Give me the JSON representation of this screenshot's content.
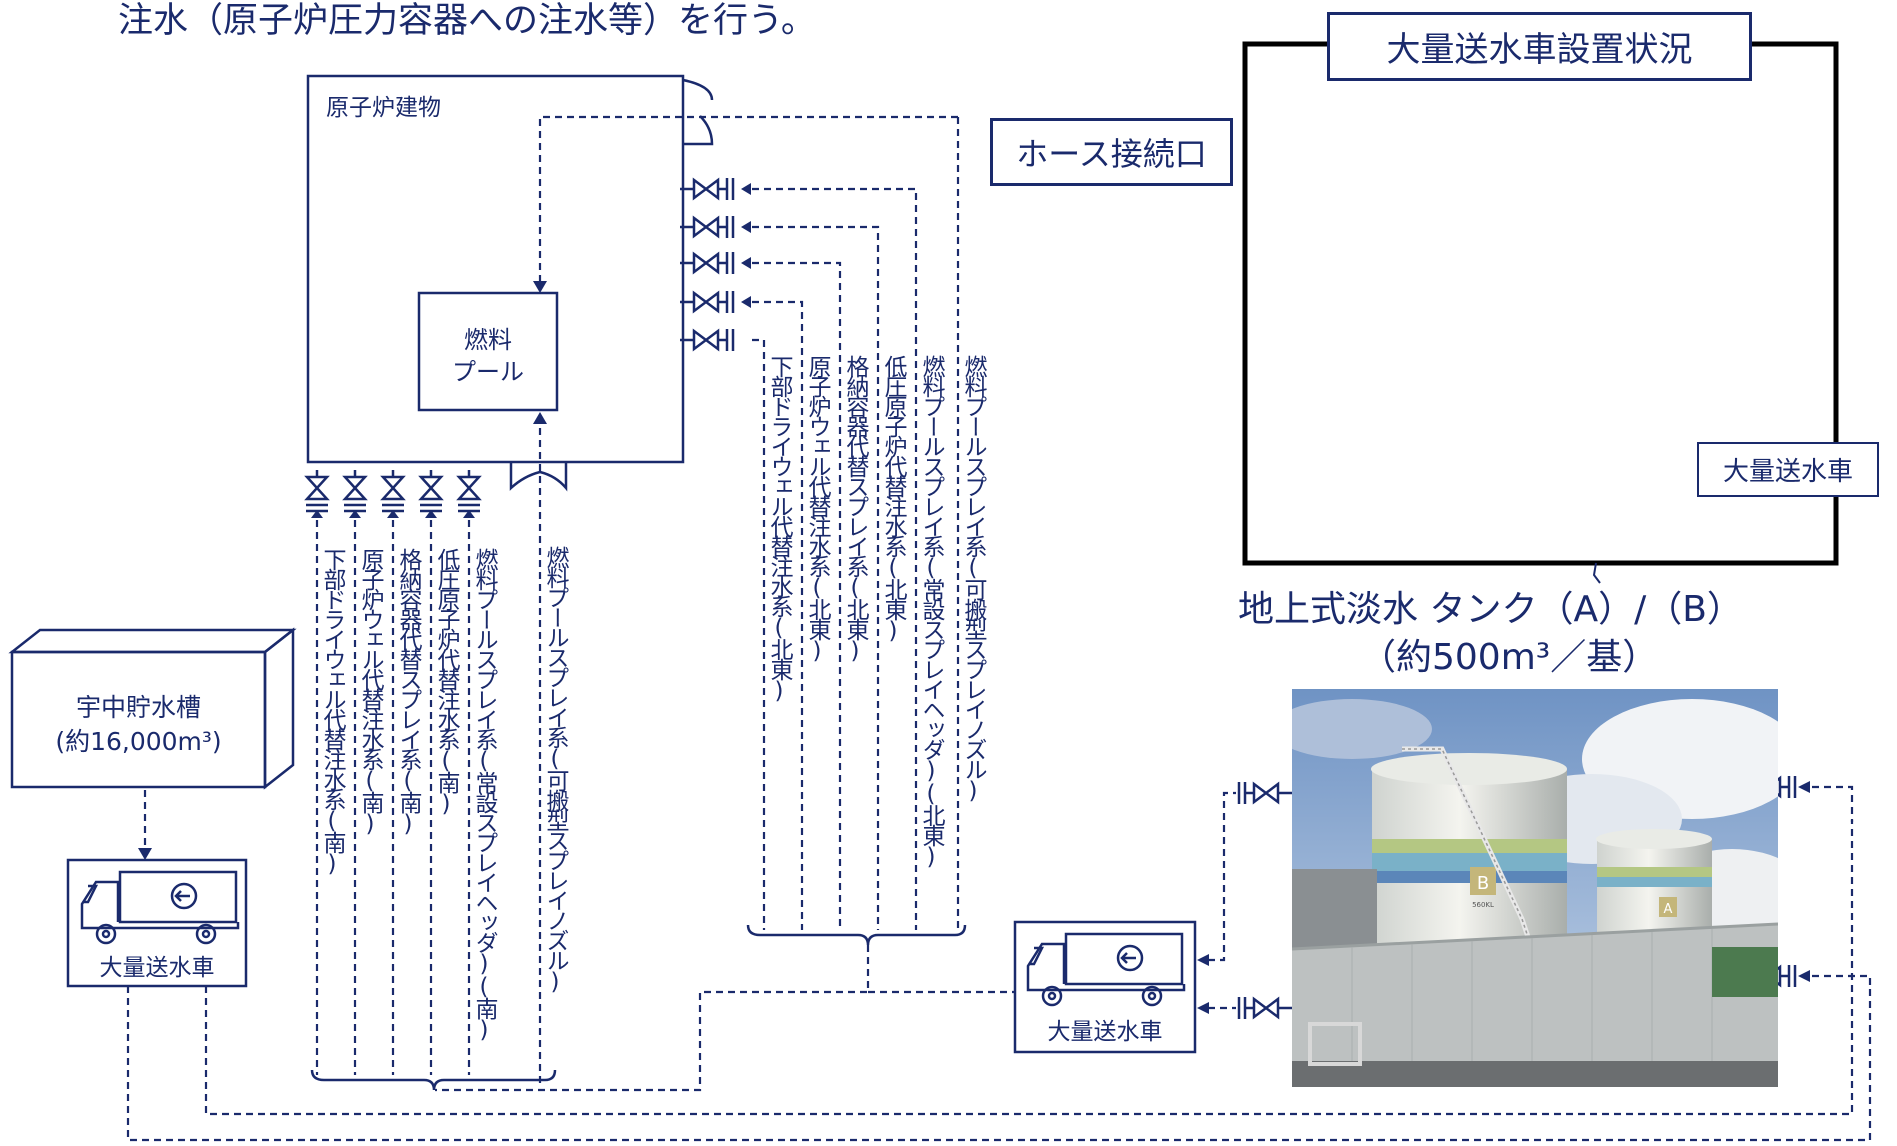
{
  "header": {
    "title_fragment": "注水（原子炉圧力容器への注水等）を行う。"
  },
  "reactor_building": {
    "label": "原子炉建物",
    "pool_label_line1": "燃料",
    "pool_label_line2": "プール"
  },
  "bottom_lines": [
    "下部ドライウェル代替注水系(南)",
    "原子炉ウェル代替注水系(南)",
    "格納容器代替スプレイ系(南)",
    "低圧原子炉代替注水系(南)",
    "燃料プールスプレイ系(常設スプレイヘッダ)(南)",
    "燃料プールスプレイ系(可搬型スプレイノズル)"
  ],
  "right_lines": [
    "下部ドライウェル代替注水系(北東)",
    "原子炉ウェル代替注水系(北東)",
    "格納容器代替スプレイ系(北東)",
    "低圧原子炉代替注水系(北東)",
    "燃料プールスプレイ系(常設スプレイヘッダ)(北東)",
    "燃料プールスプレイ系(可搬型スプレイノズル)"
  ],
  "reservoir": {
    "name": "宇中貯水槽",
    "capacity": "(約16,000m³)"
  },
  "trucks": {
    "left_label": "大量送水車",
    "center_label": "大量送水車"
  },
  "installation_panel": {
    "title": "大量送水車設置状況",
    "hose_label": "ホース接続口",
    "truck_label": "大量送水車"
  },
  "tank": {
    "title": "地上式淡水 タンク（A）/（B）",
    "capacity": "（約500m³／基）",
    "photo_marks": [
      "B",
      "560KL",
      "A"
    ]
  },
  "colors": {
    "line": "#1a2a6c",
    "background": "#ffffff"
  }
}
